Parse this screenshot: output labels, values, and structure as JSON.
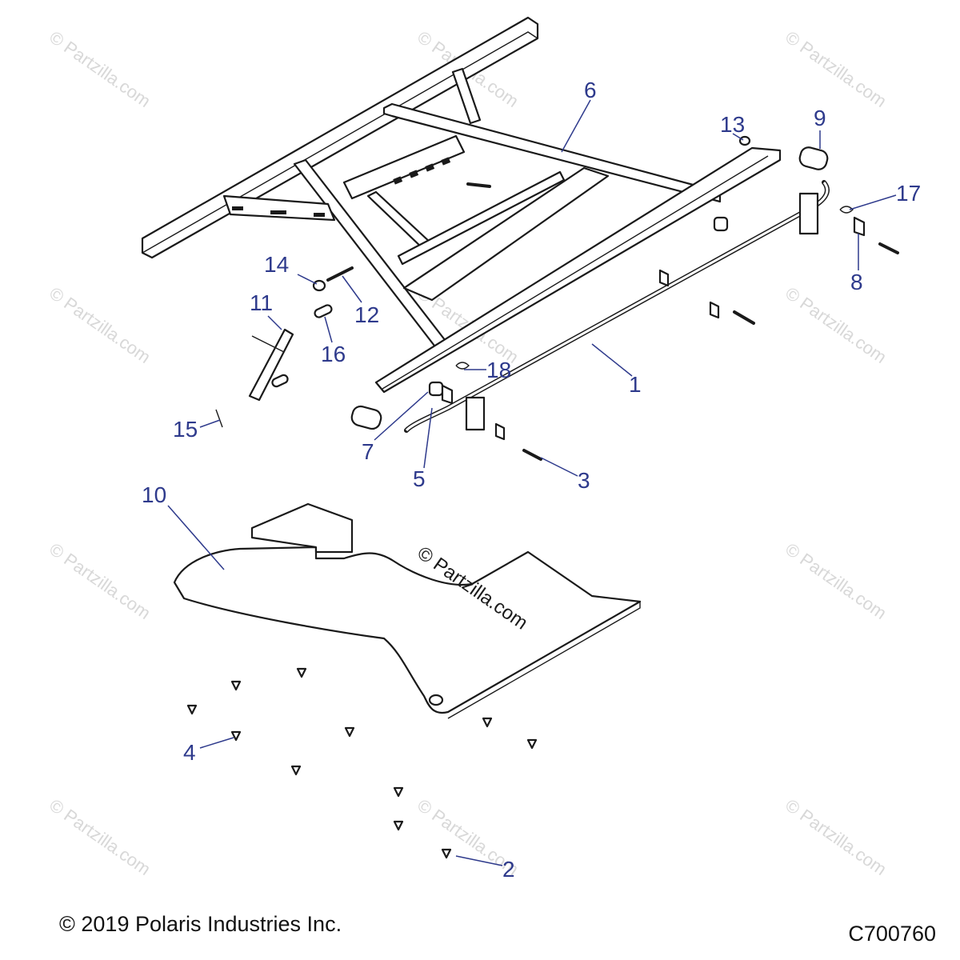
{
  "diagram": {
    "callouts": [
      {
        "id": "1",
        "label": "1"
      },
      {
        "id": "2",
        "label": "2"
      },
      {
        "id": "3",
        "label": "3"
      },
      {
        "id": "4",
        "label": "4"
      },
      {
        "id": "5",
        "label": "5"
      },
      {
        "id": "6",
        "label": "6"
      },
      {
        "id": "7",
        "label": "7"
      },
      {
        "id": "8",
        "label": "8"
      },
      {
        "id": "9",
        "label": "9"
      },
      {
        "id": "10",
        "label": "10"
      },
      {
        "id": "11",
        "label": "11"
      },
      {
        "id": "12",
        "label": "12"
      },
      {
        "id": "13",
        "label": "13"
      },
      {
        "id": "14",
        "label": "14"
      },
      {
        "id": "15",
        "label": "15"
      },
      {
        "id": "16",
        "label": "16"
      },
      {
        "id": "17",
        "label": "17"
      },
      {
        "id": "18",
        "label": "18"
      }
    ],
    "watermark": "© Partzilla.com",
    "callout_color": "#2e3a8c"
  },
  "footer": {
    "copyright": "© 2019 Polaris Industries Inc.",
    "diagram_id": "C700760"
  }
}
